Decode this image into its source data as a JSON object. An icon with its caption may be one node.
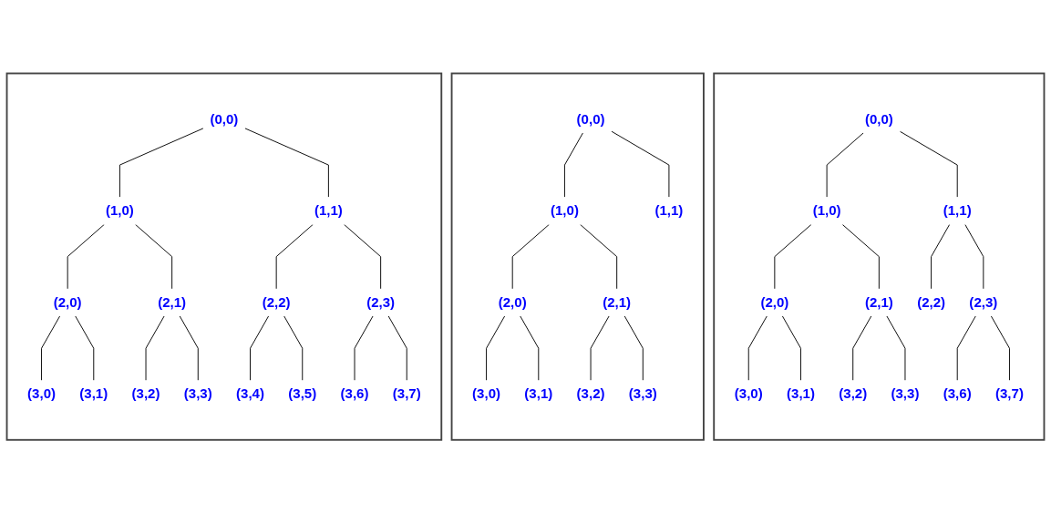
{
  "diagram": {
    "nodes": [
      {
        "text": [],
        "shape": "box"
      },
      {
        "text": [
          "(0,0)"
        ],
        "in": 0
      },
      {
        "text": [
          "(1,0)"
        ],
        "in": 0
      },
      {
        "text": [
          "(1,1)"
        ],
        "in": 0
      },
      {
        "text": [
          "(2,0)"
        ],
        "in": 0
      },
      {
        "text": [
          "(2,1)"
        ],
        "in": 0
      },
      {
        "text": [
          "(2,2)"
        ],
        "in": 0
      },
      {
        "text": [
          "(2,3)"
        ],
        "in": 0
      },
      {
        "text": [
          "(3,0)"
        ],
        "in": 0
      },
      {
        "text": [
          "(3,1)"
        ],
        "in": 0
      },
      {
        "text": [
          "(3,2)"
        ],
        "in": 0
      },
      {
        "text": [
          "(3,3)"
        ],
        "in": 0
      },
      {
        "text": [
          "(3,4)"
        ],
        "in": 0
      },
      {
        "text": [
          "(3,5)"
        ],
        "in": 0
      },
      {
        "text": [
          "(3,6)"
        ],
        "in": 0
      },
      {
        "text": [
          "(3,7)"
        ],
        "in": 0
      },
      {
        "text": [],
        "shape": "box"
      },
      {
        "text": [
          "(0,0)"
        ],
        "in": 16
      },
      {
        "text": [
          "(1,0)"
        ],
        "in": 16
      },
      {
        "text": [
          "(1,1)"
        ],
        "in": 16
      },
      {
        "text": [
          "(2,0)"
        ],
        "in": 16
      },
      {
        "text": [
          "(2,1)"
        ],
        "in": 16
      },
      {
        "text": [
          "(3,0)"
        ],
        "in": 16
      },
      {
        "text": [
          "(3,1)"
        ],
        "in": 16
      },
      {
        "text": [
          "(3,2)"
        ],
        "in": 16
      },
      {
        "text": [
          "(3,3)"
        ],
        "in": 16
      },
      {
        "text": [],
        "shape": "box"
      },
      {
        "text": [
          "(0,0)"
        ],
        "in": 26
      },
      {
        "text": [
          "(1,0)"
        ],
        "in": 26
      },
      {
        "text": [
          "(1,1)"
        ],
        "in": 26
      },
      {
        "text": [
          "(2,0)"
        ],
        "in": 26
      },
      {
        "text": [
          "(2,1)"
        ],
        "in": 26
      },
      {
        "text": [
          "(2,2)"
        ],
        "in": 26
      },
      {
        "text": [
          "(2,3)"
        ],
        "in": 26
      },
      {
        "text": [
          "(3,0)"
        ],
        "in": 26
      },
      {
        "text": [
          "(3,1)"
        ],
        "in": 26
      },
      {
        "text": [
          "(3,2)"
        ],
        "in": 26
      },
      {
        "text": [
          "(3,3)"
        ],
        "in": 26
      },
      {
        "text": [
          "(3,6)"
        ],
        "in": 26
      },
      {
        "text": [
          "(3,7)"
        ],
        "in": 26
      }
    ],
    "edges": [
      {
        "from": 1,
        "to": 2,
        "arrow": "none"
      },
      {
        "from": 1,
        "to": 3,
        "arrow": "none"
      },
      {
        "from": 2,
        "to": 4,
        "arrow": "none"
      },
      {
        "from": 2,
        "to": 5,
        "arrow": "none"
      },
      {
        "from": 3,
        "to": 6,
        "arrow": "none"
      },
      {
        "from": 3,
        "to": 7,
        "arrow": "none"
      },
      {
        "from": 4,
        "to": 8,
        "arrow": "none"
      },
      {
        "from": 4,
        "to": 9,
        "arrow": "none"
      },
      {
        "from": 5,
        "to": 10,
        "arrow": "none"
      },
      {
        "from": 5,
        "to": 11,
        "arrow": "none"
      },
      {
        "from": 6,
        "to": 12,
        "arrow": "none"
      },
      {
        "from": 6,
        "to": 13,
        "arrow": "none"
      },
      {
        "from": 7,
        "to": 14,
        "arrow": "none"
      },
      {
        "from": 7,
        "to": 15,
        "arrow": "none"
      },
      {
        "from": 17,
        "to": 18,
        "arrow": "none"
      },
      {
        "from": 17,
        "to": 19,
        "arrow": "none"
      },
      {
        "from": 18,
        "to": 20,
        "arrow": "none"
      },
      {
        "from": 18,
        "to": 21,
        "arrow": "none"
      },
      {
        "from": 20,
        "to": 22,
        "arrow": "none"
      },
      {
        "from": 20,
        "to": 23,
        "arrow": "none"
      },
      {
        "from": 21,
        "to": 24,
        "arrow": "none"
      },
      {
        "from": 21,
        "to": 25,
        "arrow": "none"
      },
      {
        "from": 27,
        "to": 28,
        "arrow": "none"
      },
      {
        "from": 27,
        "to": 29,
        "arrow": "none"
      },
      {
        "from": 28,
        "to": 30,
        "arrow": "none"
      },
      {
        "from": 28,
        "to": 31,
        "arrow": "none"
      },
      {
        "from": 29,
        "to": 32,
        "arrow": "none"
      },
      {
        "from": 29,
        "to": 33,
        "arrow": "none"
      },
      {
        "from": 30,
        "to": 34,
        "arrow": "none"
      },
      {
        "from": 30,
        "to": 35,
        "arrow": "none"
      },
      {
        "from": 31,
        "to": 36,
        "arrow": "none"
      },
      {
        "from": 31,
        "to": 37,
        "arrow": "none"
      },
      {
        "from": 33,
        "to": 38,
        "arrow": "none"
      },
      {
        "from": 33,
        "to": 39,
        "arrow": "none"
      }
    ]
  }
}
